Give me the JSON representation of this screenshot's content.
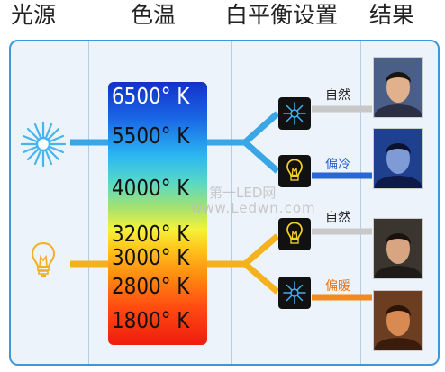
{
  "headers": {
    "light_source": "光源",
    "color_temp": "色温",
    "white_balance": "白平衡设置",
    "result": "结果"
  },
  "temperatures": [
    "6500° K",
    "5500° K",
    "4000° K",
    "3200° K",
    "3000° K",
    "2800° K",
    "1800° K"
  ],
  "wb_labels": {
    "auto_top": "自然",
    "cool": "偏冷",
    "auto_bottom": "自然",
    "warm": "偏暖"
  },
  "watermark": {
    "line1": "第一LED网",
    "line2": "www.Ledwn.com"
  },
  "colors": {
    "frame": "#3f97d7",
    "panel_bg": "#edf3fb",
    "sun_line": "#3aa6e6",
    "bulb_line": "#f3b21e",
    "natural_line": "#c8c8c8",
    "cool_line": "#2a66d6",
    "warm_line": "#f28a1e",
    "cool_text": "#1f5fcf",
    "warm_text": "#e8741a"
  },
  "icons": [
    "sun-icon",
    "light-bulb-icon"
  ]
}
